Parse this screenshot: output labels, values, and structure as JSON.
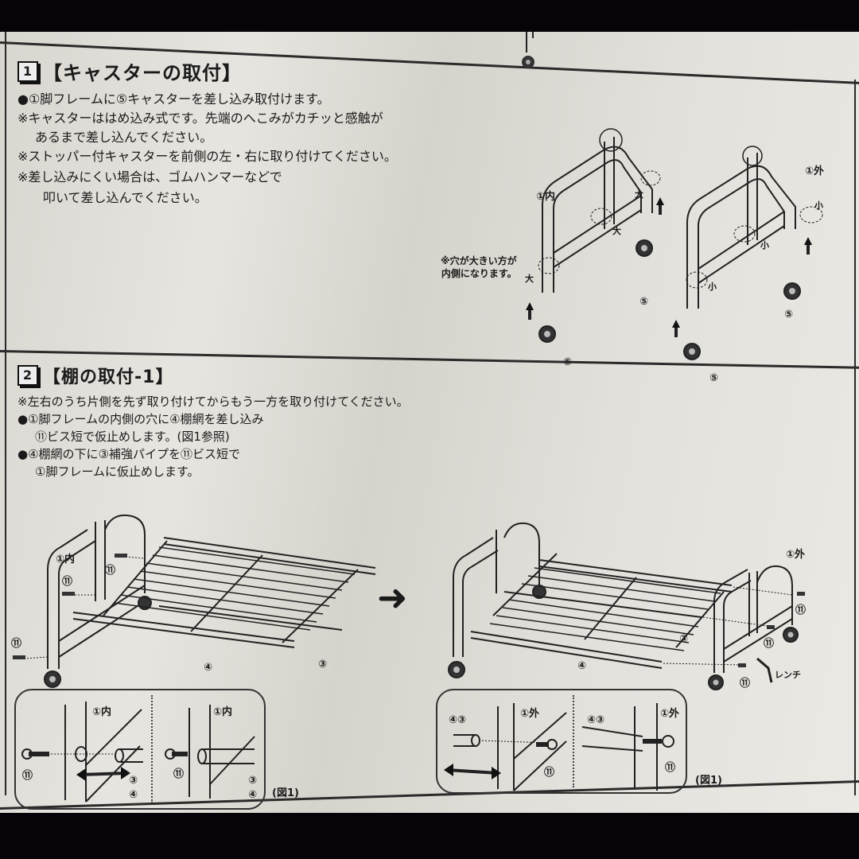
{
  "section1": {
    "step_number": "1",
    "title": "【キャスターの取付】",
    "lines": [
      "●①脚フレームに⑤キャスターを差し込み取付けます。",
      "※キャスターははめ込み式です。先端のへこみがカチッと感触が",
      "あるまで差し込んでください。",
      "※ストッパー付キャスターを前側の左・右に取り付けてください。",
      "※差し込みにくい場合は、ゴムハンマーなどで",
      "叩いて差し込んでください。"
    ],
    "diagram": {
      "frame_inner_label": "①内",
      "frame_outer_label": "①外",
      "hole_large": "大",
      "hole_small": "小",
      "caster_label": "⑤",
      "note": [
        "※穴が大きい方が",
        "内側になります。"
      ]
    }
  },
  "section2": {
    "step_number": "2",
    "title": "【棚の取付-1】",
    "lines": [
      "※左右のうち片側を先ず取り付けてからもう一方を取り付けてください。",
      "●①脚フレームの内側の穴に④棚網を差し込み",
      "⑪ビス短で仮止めします。(図1参照)",
      "●④棚網の下に③補強パイプを⑪ビス短で",
      "①脚フレームに仮止めします。"
    ],
    "diagram": {
      "frame_inner_label": "①内",
      "frame_outer_label": "①外",
      "screw_label": "⑪",
      "shelf_label": "④",
      "pipe_label": "③",
      "wrench_label": "レンチ",
      "next_arrow": "➜"
    },
    "figure1_left": {
      "inner_label": "①内",
      "screw_label": "⑪",
      "parts": [
        "③",
        "④"
      ],
      "caption": "(図1)"
    },
    "figure1_right": {
      "outer_label": "①外",
      "parts_label": "④③",
      "screw_label": "⑪",
      "caption": "(図1)"
    }
  }
}
